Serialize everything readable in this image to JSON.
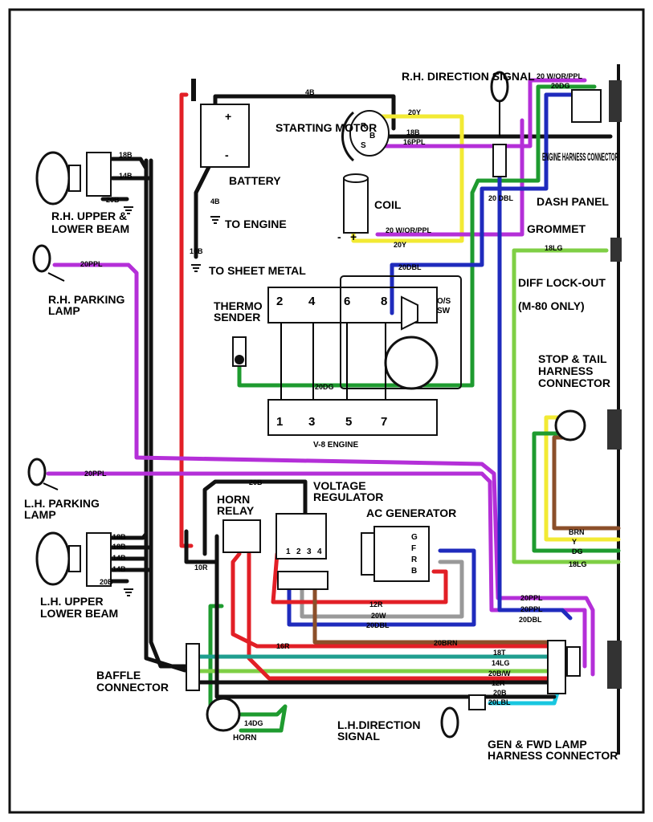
{
  "colors": {
    "black": "#111111",
    "red": "#e21f26",
    "purple": "#b42fd8",
    "yellow": "#f2ea34",
    "green": "#1e9b2f",
    "blue": "#1f2bbd",
    "brown": "#8b4f2a",
    "teal": "#1f9e8f",
    "lightgreen": "#7fcf45",
    "cyan": "#19c7e0",
    "frame": "#111111"
  },
  "components": {
    "rh_direction_signal": "R.H. DIRECTION SIGNAL",
    "starting_motor": "STARTING MOTOR",
    "engine_harness_connector": "ENGINE HARNESS CONNECTOR",
    "battery": "BATTERY",
    "to_engine": "TO ENGINE",
    "to_sheet_metal": "TO SHEET METAL",
    "coil": "COIL",
    "dash_panel": "DASH PANEL",
    "grommet": "GROMMET",
    "diff_lockout": "DIFF LOCK-OUT",
    "diff_lockout_note": "(M-80 ONLY)",
    "rh_upper_lower_beam_1": "R.H. UPPER &",
    "rh_upper_lower_beam_2": "LOWER BEAM",
    "rh_parking_lamp_1": "R.H. PARKING",
    "rh_parking_lamp_2": "LAMP",
    "thermo_sender_1": "THERMO",
    "thermo_sender_2": "SENDER",
    "os_sw_1": "O/S",
    "os_sw_2": "SW",
    "v8_engine": "V-8 ENGINE",
    "stop_tail_1": "STOP & TAIL",
    "stop_tail_2": "HARNESS",
    "stop_tail_3": "CONNECTOR",
    "lh_parking_lamp_1": "L.H. PARKING",
    "lh_parking_lamp_2": "LAMP",
    "horn_relay_1": "HORN",
    "horn_relay_2": "RELAY",
    "voltage_regulator_1": "VOLTAGE",
    "voltage_regulator_2": "REGULATOR",
    "ac_generator": "AC GENERATOR",
    "lh_upper_lower_beam_1": "L.H. UPPER",
    "lh_upper_lower_beam_2": "LOWER BEAM",
    "baffle_connector_1": "BAFFLE",
    "baffle_connector_2": "CONNECTOR",
    "horn": "HORN",
    "lh_direction_signal_1": "L.H.DIRECTION",
    "lh_direction_signal_2": "SIGNAL",
    "gen_fwd_1": "GEN & FWD LAMP",
    "gen_fwd_2": "HARNESS CONNECTOR",
    "starter_r": "R",
    "starter_b": "B",
    "starter_s": "S",
    "battery_plus": "+",
    "battery_minus": "-",
    "coil_plus": "+",
    "coil_minus": "-",
    "gen_f": "F",
    "gen_g": "G",
    "gen_r": "R",
    "gen_b": "B"
  },
  "cylinders_top": [
    "2",
    "4",
    "6",
    "8"
  ],
  "cylinders_bottom": [
    "1",
    "3",
    "5",
    "7"
  ],
  "regulator_terminals": [
    "1",
    "2",
    "3",
    "4"
  ],
  "wire_labels": {
    "w_4b_top": "4B",
    "w_20y_top": "20Y",
    "w_18b_starter": "18B",
    "w_16ppl": "16PPL",
    "w_20wor_top": "20 W/OR/PPL",
    "w_20dg_top": "20DG",
    "w_20dbl_right": "20 DBL",
    "w_20wor_coil": "20 W/OR/PPL",
    "w_20y_coil": "20Y",
    "w_20dbl_coil": "20DBL",
    "w_4b_batt": "4B",
    "w_10b": "10B",
    "w_18b_rh": "18B",
    "w_14b_rh": "14B",
    "w_20b_rh": "20B",
    "w_20ppl_rh": "20PPL",
    "w_18lg_grom": "18LG",
    "w_20dg_engine": "20DG",
    "w_20ppl_lh": "20PPL",
    "w_20b_horn": "20B",
    "w_10r": "10R",
    "w_18b_lh1": "18B",
    "w_18b_lh2": "18B",
    "w_14b_lh1": "14B",
    "w_14b_lh2": "14B",
    "w_20b_lh": "20B",
    "w_brn": "BRN",
    "w_y": "Y",
    "w_dg": "DG",
    "w_18lg": "18LG",
    "w_12r": "12R",
    "w_20w": "20W",
    "w_20dbl_reg": "20DBL",
    "w_20ppl_a": "20PPL",
    "w_20ppl_b": "20PPL",
    "w_20dbl_r": "20DBL",
    "w_16r": "16R",
    "w_20brn": "20BRN",
    "w_18t": "18T",
    "w_14lg": "14LG",
    "w_20bw": "20B/W",
    "w_12r_b": "12R",
    "w_20b_b": "20B",
    "w_20lbl": "20LBL",
    "w_14dg": "14DG"
  }
}
